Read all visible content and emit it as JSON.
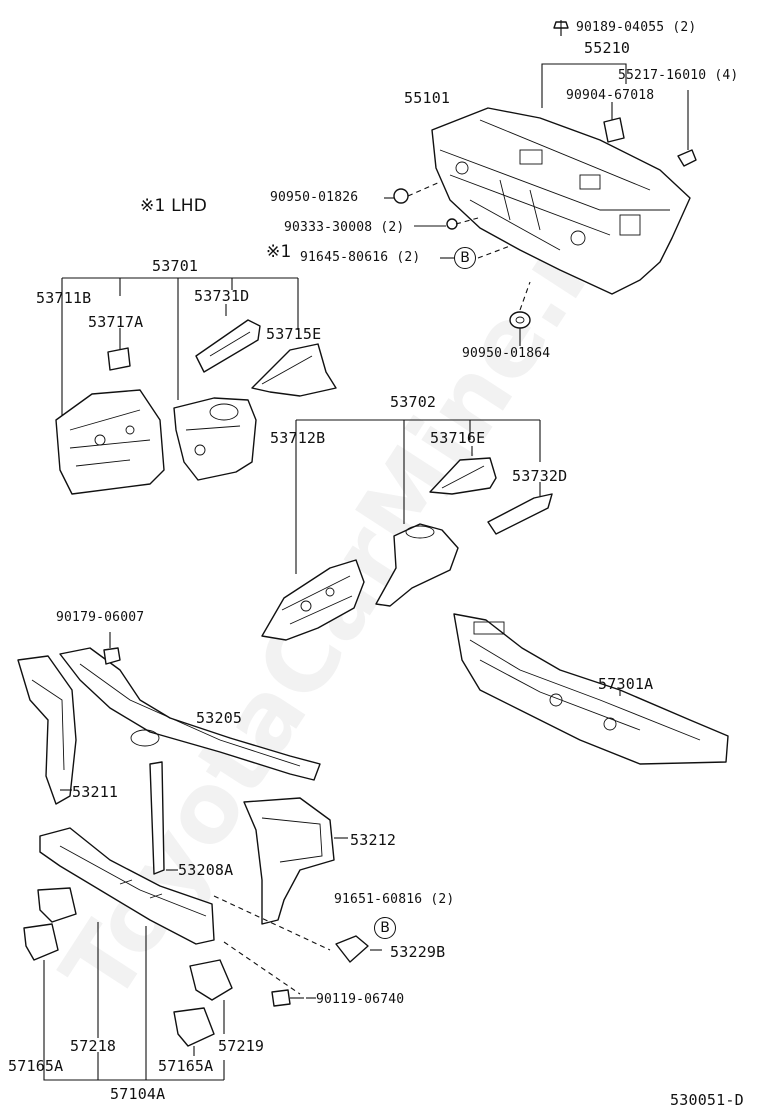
{
  "watermark": "ToyotaCarMine.ru",
  "diagram_id": "530051-D",
  "note": {
    "mark": "※1",
    "text": "LHD"
  },
  "ref_marker": "B",
  "labels": {
    "p90189": "90189-04055 (2)",
    "p55210": "55210",
    "p55217": "55217-16010 (4)",
    "p90904": "90904-67018",
    "p55101": "55101",
    "p90950a": "90950-01826",
    "p90333": "90333-30008 (2)",
    "p91645_mark": "※1",
    "p91645": "91645-80616 (2)",
    "p90950b": "90950-01864",
    "p53701": "53701",
    "p53711B": "53711B",
    "p53717A": "53717A",
    "p53731D": "53731D",
    "p53715E": "53715E",
    "p53702": "53702",
    "p53712B": "53712B",
    "p53716E": "53716E",
    "p53732D": "53732D",
    "p90179": "90179-06007",
    "p57301A": "57301A",
    "p53205": "53205",
    "p53211": "53211",
    "p53212": "53212",
    "p53208A": "53208A",
    "p91651": "91651-60816 (2)",
    "p53229B": "53229B",
    "p90119": "90119-06740",
    "p57218": "57218",
    "p57219": "57219",
    "p57165A_l": "57165A",
    "p57165A_r": "57165A",
    "p57104A": "57104A"
  }
}
